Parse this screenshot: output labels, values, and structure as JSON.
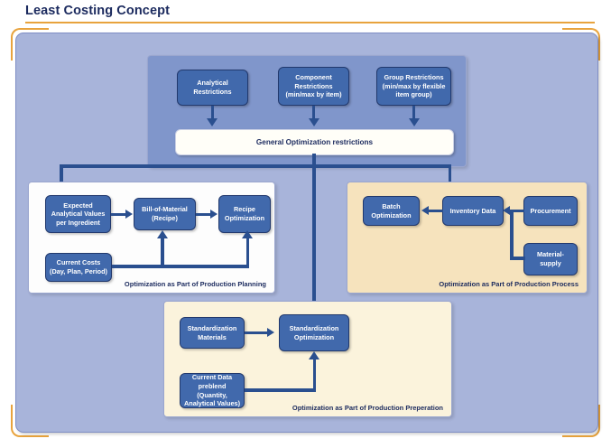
{
  "page": {
    "title": "Least Costing Concept",
    "accent_color": "#e8a33d",
    "canvas_color": "#a8b4da",
    "node_color": "#4169ac",
    "connector_color": "#2a4f8f",
    "title_color": "#1b2a5e"
  },
  "restrictions_panel": {
    "background": "#8096cb",
    "nodes": [
      {
        "id": "analytical-restrictions",
        "label": "Analytical\nRestrictions"
      },
      {
        "id": "component-restrictions",
        "label": "Component\nRestrictions\n(min/max by item)"
      },
      {
        "id": "group-restrictions",
        "label": "Group Restrictions\n(min/max by flexible\nitem group)"
      }
    ],
    "general_bar": {
      "id": "general-optimization-restrictions",
      "label": "General Optimization restrictions"
    }
  },
  "planning_panel": {
    "caption": "Optimization as Part of Production Planning",
    "background": "#fdfdfd",
    "nodes": [
      {
        "id": "expected-analytical-values",
        "label": "Expected\nAnalytical Values\nper Ingredient"
      },
      {
        "id": "bill-of-material",
        "label": "Bill-of-Material\n(Recipe)"
      },
      {
        "id": "recipe-optimization",
        "label": "Recipe\nOptimization"
      },
      {
        "id": "current-costs",
        "label": "Current Costs\n(Day, Plan, Period)"
      }
    ]
  },
  "process_panel": {
    "caption": "Optimization as Part of Production Process",
    "background": "#f6e3bd",
    "nodes": [
      {
        "id": "batch-optimization",
        "label": "Batch\nOptimization"
      },
      {
        "id": "inventory-data",
        "label": "Inventory Data"
      },
      {
        "id": "procurement",
        "label": "Procurement"
      },
      {
        "id": "material-supply",
        "label": "Material-\nsupply"
      }
    ]
  },
  "preperation_panel": {
    "caption": "Optimization as Part of Production Preperation",
    "background": "#fbf3dc",
    "nodes": [
      {
        "id": "standardization-materials",
        "label": "Standardization\nMaterials"
      },
      {
        "id": "standardization-optimization",
        "label": "Standardization\nOptimization"
      },
      {
        "id": "current-data-preblend",
        "label": "Current Data\npreblend (Quantity,\nAnalytical Values)"
      }
    ]
  }
}
